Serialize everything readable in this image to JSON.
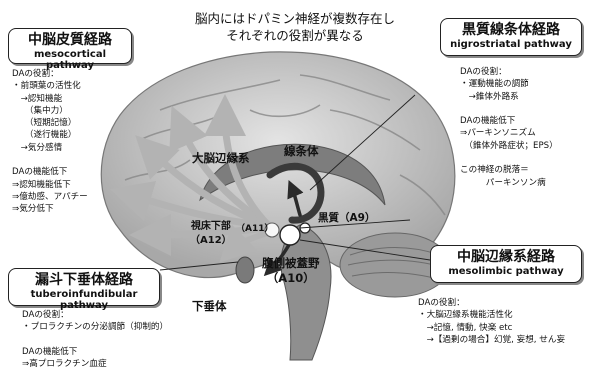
{
  "heading": {
    "line1": "脳内にはドパミン神経が複数存在し",
    "line2": "それぞれの役割が異なる"
  },
  "pathways": {
    "mesocortical": {
      "ja": "中脳皮質経路",
      "en": "mesocortical pathway",
      "notes": "DAの役割：\n・前頭葉の活性化\n　→認知機能\n　　（集中力）\n　　（短期記憶）\n　　（遂行機能）\n　→気分感情\n\nDAの機能低下\n⇒認知機能低下\n⇒億劫感、アパチー\n⇒気分低下"
    },
    "nigrostriatal": {
      "ja": "黒質線条体経路",
      "en": "nigrostriatal pathway",
      "notes": "DAの役割：\n・運動機能の調節\n　→錐体外路系\n\nDAの機能低下\n⇒パーキンソニズム\n　（錐体外路症状；EPS）\n\nこの神経の脱落＝\n　　　パーキンソン病"
    },
    "tuberoinfundibular": {
      "ja": "漏斗下垂体経路",
      "en": "tuberoinfundibular pathway",
      "notes": "DAの役割：\n・プロラクチンの分泌調節（抑制的）\n\nDAの機能低下\n⇒高プロラクチン血症"
    },
    "mesolimbic": {
      "ja": "中脳辺縁系経路",
      "en": "mesolimbic pathway",
      "notes": "DAの役割：\n・大脳辺縁系機能活性化\n　→記憶, 情動, 快楽 etc\n　→【過剰の場合】幻覚, 妄想, せん妄"
    }
  },
  "labels": {
    "limbic": "大脳辺縁系",
    "striatum": "線条体",
    "hypothalamus": "視床下部\n（A12）",
    "a11": "（A11）",
    "substantia_nigra": "黒質（A9）",
    "vta": "腹側被蓋野\n（A10）",
    "pituitary": "下垂体"
  },
  "colors": {
    "box_border": "#222222",
    "brain_light": "#c9c9c9",
    "brain_dark": "#8a8a8a",
    "arrow_light": "#b3b3b3",
    "arrow_dark": "#2a2a2a"
  }
}
